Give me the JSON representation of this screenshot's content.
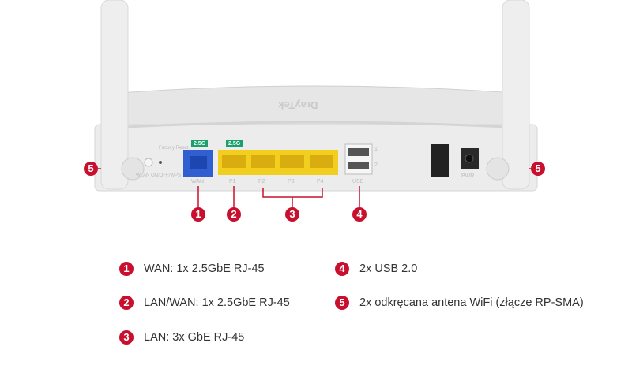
{
  "router": {
    "brand": "DrayTek",
    "speed_badges": [
      "2.5G",
      "2.5G"
    ],
    "port_labels": {
      "wan": "WAN",
      "p1": "P1",
      "p2": "P2",
      "p3": "P3",
      "p4": "P4",
      "usb": "USB",
      "usb1": "1",
      "usb2": "2",
      "pwr": "PWR",
      "factory_reset": "Factory Reset",
      "wlan": "WLAN ON/OFF/WPS"
    }
  },
  "markers": {
    "m1": "1",
    "m2": "2",
    "m3": "3",
    "m4": "4",
    "m5": "5"
  },
  "legend": [
    {
      "num": "1",
      "text": "WAN: 1x  2.5GbE RJ-45"
    },
    {
      "num": "2",
      "text": "LAN/WAN: 1x  2.5GbE RJ-45"
    },
    {
      "num": "3",
      "text": "LAN: 3x GbE RJ-45"
    },
    {
      "num": "4",
      "text": "2x USB 2.0"
    },
    {
      "num": "5",
      "text": "2x odkręcana antena WiFi (złącze RP-SMA)"
    }
  ],
  "colors": {
    "marker": "#c8102e",
    "wan_port": "#2f5fd0",
    "lan_ports": "#f2cf1e",
    "badge": "#1aa06a"
  }
}
